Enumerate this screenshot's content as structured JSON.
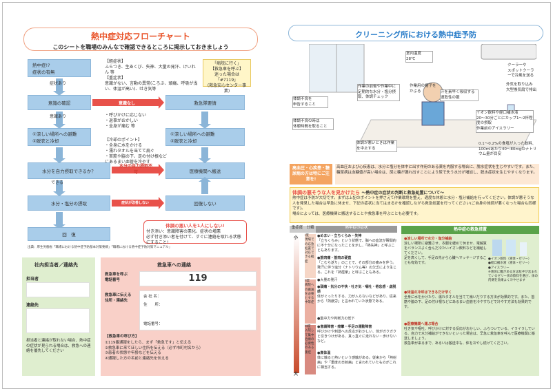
{
  "left": {
    "title": "熱中症対応フローチャート",
    "subtitle": "このシートを職場のみんなで確認できるところに掲示しておきましょう",
    "box1": "熱中症!?\n症状の有無",
    "symptoms": "【軽症状】\nふらつき、生あくび、失神、大量の発汗、けいれん 等\n【重症状】\n意識がない、言動の異常(ころぶ、頭痛、呼吸が浅い、体温が高い)、吐き気等",
    "emergency_note": "「病院に行く」\n【救急車を呼ぶ】\n迷った場合は「#7119」\n(救急安心センター事業)",
    "label_yes1": "症状あり",
    "box_conscious": "意識の確認",
    "arrow_unconscious": "意識なし",
    "box_call": "救急隊要請",
    "label_conscious": "意識あり",
    "checks": "・呼びかけに応じない\n・返事がおかしい\n・全身が痛む 等",
    "box_cool": "①涼しい場所への避難\n②脱衣と冷却",
    "cool_points": "【冷却のポイント】\n・全身に水をかける\n・濡れタオルを当てて扇ぐ\n・首筋や脇の下、足の付け根などにあるまい血管を冷やす",
    "box_cool2": "①涼しい場所への避難\n②脱衣と冷却",
    "box_drink": "水分を自力摂取できるか？",
    "arrow_cannot": "水分の自力摂取不可",
    "box_hospital": "医療機関へ搬送",
    "label_can": "できる",
    "box_intake": "水分・塩分の摂取",
    "arrow_no_improve": "症状が改善しない",
    "box_recover": "回復しない",
    "box_observe": "回　復",
    "warn_title": "体調の悪い人を1人にしない!",
    "warn1": "付き添い：意識障害の悪化、症状の増悪",
    "warn2": "必ず付き添い者を付けて、すぐに連絡を取れる状態にすること!",
    "source": "出典：厚生労働省「職場における熱中症予防基本対策要綱」「職場における熱中症予防対策マニュアル」",
    "contact_title": "社内担当者／連絡先",
    "lbl_person": "担当者",
    "lbl_contact": "連絡先",
    "contact_note": "担当者と連絡が取れない場合、熱中症の症状が見られる場合は、救急への連絡を優先してください",
    "call_title": "救急車への連絡",
    "lbl_phone": "救急車を呼ぶ\n電話番号",
    "phone": "119",
    "lbl_address": "救急車に伝える\n住所・連絡先",
    "lbl_company": "会 社 名：",
    "lbl_addr": "住　　所：",
    "lbl_tel": "電話番号：",
    "call_steps_title": "【救急車の呼び方】",
    "call_steps": "①119番通報をしたら、まず「救急です」と伝える\n②救急車に来てほしい住所を伝える（必ず市町村名から）\n③患者の状態や年齢などを伝える\n④通報した方の名前と連絡先を伝える"
  },
  "right": {
    "title": "クリーニング所における熱中症予防",
    "c1": "室内温度\n28℃",
    "c2": "クーラーや\nスポットクーラーで冷風を送る",
    "c3": "作業の前後や作業中に定期的な水分・塩分摂取、体調チェック",
    "c4": "作業用の帽子を\nかぶる",
    "c5": "汗を素早く吸収する速乾性の服",
    "c6": "外気を取り込み\n大型換気扇で排出",
    "c7": "イオン飲料や経口補水液\n20〜30分ごとにカップ1〜2杯程度の摂取\n作業前のアイスラリー",
    "c8": "体調不良を\n申告すること",
    "c9": "体調不良の時は\n休憩時間を取ること",
    "c10": "体調が悪いときは作業を中止する",
    "c11": "0.1〜0.2%の食塩が入った飲料、100mlあたり40〜80mgのナトリウム量が目安",
    "risk_label": "高血圧・心疾患・糖尿病の方は特にご注意を!",
    "risk_text": "高血圧および心疾患は、水分と塩分を体中に出す作用のある薬を内服する場合に、脱水症状を生じやすいです。また、糖尿病は血糖値が高い場合は、尿に糖が漏れ出すことにより尿で失う水分が増加し、脱水症状を生じやすくなります。",
    "warn_title": "体調の悪そうな人を見かけたら",
    "warn_sub": "〜熱中症の症状の判断と救急処置について〜",
    "warn_text": "熱中症は予防が大切です。まずは上記のポイントを押さえて作業環境を整え、適度な休憩と水分・塩分補給を行ってください。体調が悪そうな人を発見した場合は早急に休ませ、下記の症状に当てはまるかを確認しながら救急処置を行ってください(ご自身の体調が悪くなった場合も同様です)。\n場合によっては、医療機関に搬送することや救急車を呼ぶことも必要です。",
    "th_severity": "重症度",
    "th_class": "分類",
    "th_symptom": "熱中症の症状",
    "small": "小",
    "large": "大",
    "sym1": "●めまい・立ちくらみ・失神",
    "sym1d": "「立ちくらみ」という状態で、脳への血流が瞬間的に不十分になったことを示し、「熱失神」と呼ぶこともあります。",
    "sym2": "●筋肉痛・筋肉の硬直",
    "sym2d": "「こむら返り」のことで、その部分の痛みを伴う。発汗に伴う塩分（ナトリウム等）の欠乏により生じる。これを「熱痙攣」と呼ぶこともある。",
    "sym3": "●大量の発汗",
    "sym4": "●頭痛・気分の不快・吐き気・嘔吐・倦怠感・虚脱感",
    "sym4d": "体がぐったりする、力が入らないなどがあり、従来から「熱疲労」と言われていた状態である。",
    "sym5": "●集中力や判断力の低下",
    "sym6": "●意識障害・痙攣・手足の運動障害",
    "sym6d": "呼びかけや刺激への反応がおかしい、体がガクガクと引きつけがある、真っ直ぐに走れない・歩けないなど。",
    "sym7": "●高体温",
    "sym7d": "体に触ると熱いという感触がある。従来から「熱射病」や「重度の日射病」と言われていたものがこれに相当する。",
    "cls1": "I度\n現場での応急処置で対応できる軽症",
    "cls2": "II度\n病院への搬送を必要とする中等症",
    "cls3": "III度\n入院して集中治療の必要性のある重症",
    "first_aid_title": "熱中症の救急措置",
    "fa1_title": "●涼しい場所で水分・塩分補給",
    "fa1": "涼しい場所に避難させ、衣服を緩めて休ませ、電解質をバランスよく含んだ冷たいイオン飲料などを補給してください。\n足を高くして、手足の先から心臓へマッサージすることも有効です。",
    "fa2_title": "●体温の冷却はできるだけ早く",
    "fa2": "全身に水をかけたり、濡れタオルを当てて扇いだりする方法が効果的です。また、首筋や脇の下、足の付け根などにあるまい血管を冷やすなどで冷やす方法も効果的です。",
    "fa3_title": "●医療機関へ運ぶ場合",
    "fa3": "吐き気や嘔吐、呼びかけに対する反応がおかしい、ふらついている、イライラしている、自力で水分補給ができないといった場合は、早急に救急車を呼んで医療機関に搬送しましょう。\n救急車が来るまで、あるいは搬送中も、体を冷やし続けてください。",
    "drink1": "●イオン飲料（液体・ゼリー）",
    "drink2": "●経口補水液（液体・ゼリー）",
    "drink3": "●アイスラリー",
    "drink_note": "※液体に難がある方は粒子が含まれているゼリー状の飲料を選び、体の内側を効果よく冷やせます"
  }
}
